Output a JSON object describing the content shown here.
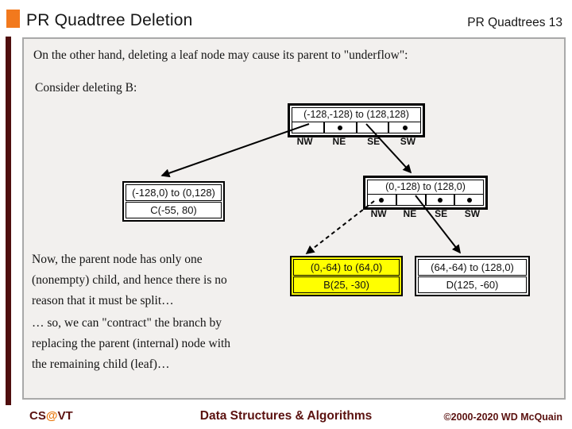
{
  "header": {
    "title": "PR Quadtree Deletion",
    "page_label": "PR Quadtrees 13"
  },
  "intro": {
    "line1": "On the other hand, deleting a leaf node may cause its parent to \"underflow\":",
    "line2": "Consider deleting B:"
  },
  "tree": {
    "directions": [
      "NW",
      "NE",
      "SE",
      "SW"
    ],
    "root": {
      "label": "(-128,-128) to (128,128)"
    },
    "left_child": {
      "label": "(-128,0) to (0,128)",
      "point": "C(-55, 80)"
    },
    "right_child": {
      "label": "(0,-128) to (128,0)"
    },
    "node_b": {
      "label": "(0,-64) to (64,0)",
      "point": "B(25, -30)"
    },
    "node_d": {
      "label": "(64,-64) to (128,0)",
      "point": "D(125, -60)"
    }
  },
  "notes": {
    "para1_lines": [
      "Now, the parent node has only one",
      "(nonempty) child, and hence there is no",
      "reason that it must be split…"
    ],
    "para2_lines": [
      "… so, we can \"contract\" the branch by",
      "replacing the parent (internal) node with",
      "the remaining child (leaf)…"
    ]
  },
  "footer": {
    "left_cs": "CS",
    "left_at": "@",
    "left_vt": "VT",
    "center": "Data Structures & Algorithms",
    "right": "©2000-2020 WD McQuain"
  },
  "colors": {
    "accent_orange": "#F2791D",
    "side_bar_maroon": "#4F0E0E",
    "footer_maroon": "#5B1210",
    "highlight_yellow": "#FFFF00",
    "panel_bg": "#F2F0EE",
    "panel_border": "#A9A9A9"
  }
}
